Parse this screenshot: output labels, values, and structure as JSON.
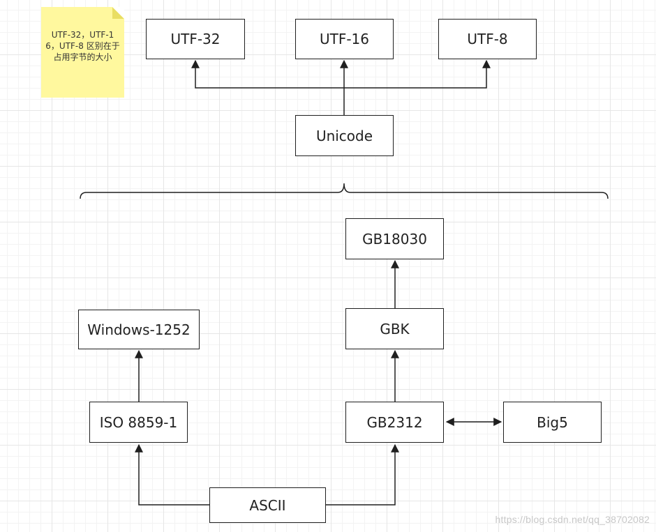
{
  "note": {
    "text": "UTF-32，UTF-16，UTF-8 区别在于占用字节的大小",
    "color": "#fff89e"
  },
  "nodes": {
    "utf32": "UTF-32",
    "utf16": "UTF-16",
    "utf8": "UTF-8",
    "unicode": "Unicode",
    "gb18030": "GB18030",
    "windows1252": "Windows-1252",
    "gbk": "GBK",
    "iso88591": "ISO 8859-1",
    "gb2312": "GB2312",
    "big5": "Big5",
    "ascii": "ASCII"
  },
  "edges": [
    {
      "from": "unicode",
      "to": "utf32"
    },
    {
      "from": "unicode",
      "to": "utf16"
    },
    {
      "from": "unicode",
      "to": "utf8"
    },
    {
      "from": "ascii",
      "to": "iso88591"
    },
    {
      "from": "ascii",
      "to": "gb2312"
    },
    {
      "from": "iso88591",
      "to": "windows1252"
    },
    {
      "from": "gb2312",
      "to": "gbk"
    },
    {
      "from": "gbk",
      "to": "gb18030"
    },
    {
      "from": "gb2312",
      "to": "big5",
      "bidirectional": true
    }
  ],
  "watermark": "https://blog.csdn.net/qq_38702082",
  "colors": {
    "stroke": "#1f1f1f",
    "grid": "#e6e6e6"
  }
}
